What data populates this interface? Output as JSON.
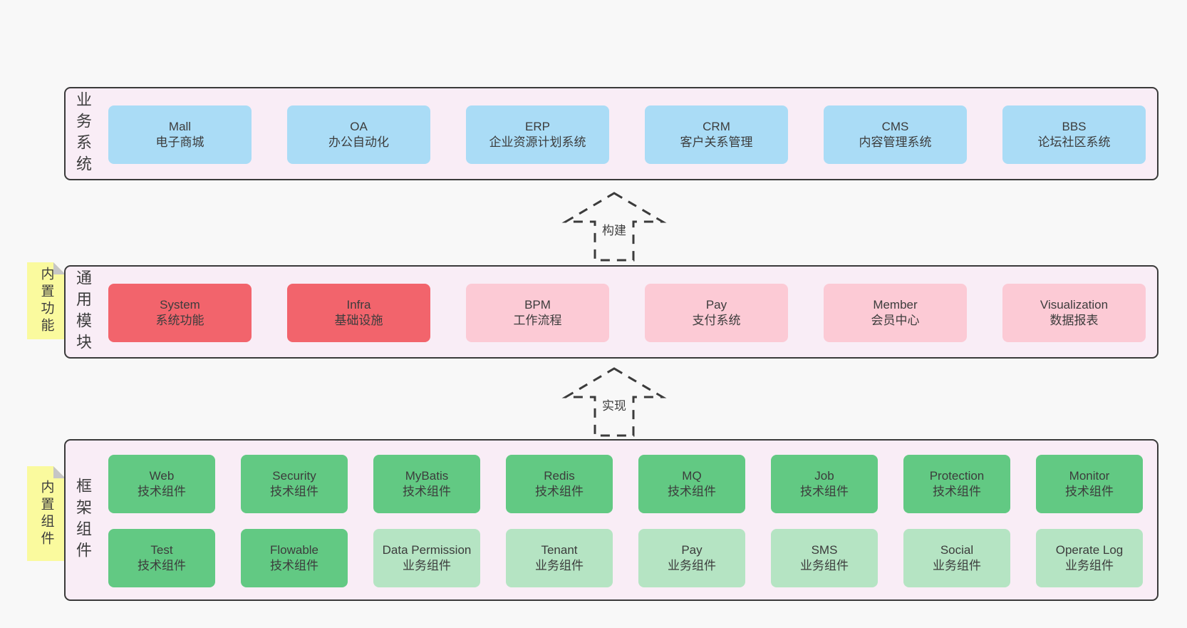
{
  "colors": {
    "page_bg": "#f8f8f8",
    "panel_bg": "#f9edf6",
    "panel_border": "#3a3a3a",
    "text": "#3c3c3c",
    "blue": "#aadcf6",
    "red": "#f2646c",
    "pink": "#fccad5",
    "green": "#62c983",
    "green_light": "#b5e4c3",
    "sticky_yellow": "#fafa9e",
    "sticky_fold": "#c6c6c6"
  },
  "arrows": [
    {
      "label": "构建"
    },
    {
      "label": "实现"
    }
  ],
  "layers": [
    {
      "label": "业务系统",
      "sticky": null,
      "rows": [
        [
          {
            "en": "Mall",
            "zh": "电子商城",
            "type": "blue"
          },
          {
            "en": "OA",
            "zh": "办公自动化",
            "type": "blue"
          },
          {
            "en": "ERP",
            "zh": "企业资源计划系统",
            "type": "blue"
          },
          {
            "en": "CRM",
            "zh": "客户关系管理",
            "type": "blue"
          },
          {
            "en": "CMS",
            "zh": "内容管理系统",
            "type": "blue"
          },
          {
            "en": "BBS",
            "zh": "论坛社区系统",
            "type": "blue"
          }
        ]
      ]
    },
    {
      "label": "通用模块",
      "sticky": "内置功能",
      "rows": [
        [
          {
            "en": "System",
            "zh": "系统功能",
            "type": "red"
          },
          {
            "en": "Infra",
            "zh": "基础设施",
            "type": "red"
          },
          {
            "en": "BPM",
            "zh": "工作流程",
            "type": "pink"
          },
          {
            "en": "Pay",
            "zh": "支付系统",
            "type": "pink"
          },
          {
            "en": "Member",
            "zh": "会员中心",
            "type": "pink"
          },
          {
            "en": "Visualization",
            "zh": "数据报表",
            "type": "pink"
          }
        ]
      ]
    },
    {
      "label": "框架组件",
      "sticky": "内置组件",
      "rows": [
        [
          {
            "en": "Web",
            "zh": "技术组件",
            "type": "green"
          },
          {
            "en": "Security",
            "zh": "技术组件",
            "type": "green"
          },
          {
            "en": "MyBatis",
            "zh": "技术组件",
            "type": "green"
          },
          {
            "en": "Redis",
            "zh": "技术组件",
            "type": "green"
          },
          {
            "en": "MQ",
            "zh": "技术组件",
            "type": "green"
          },
          {
            "en": "Job",
            "zh": "技术组件",
            "type": "green"
          },
          {
            "en": "Protection",
            "zh": "技术组件",
            "type": "green"
          },
          {
            "en": "Monitor",
            "zh": "技术组件",
            "type": "green"
          }
        ],
        [
          {
            "en": "Test",
            "zh": "技术组件",
            "type": "green"
          },
          {
            "en": "Flowable",
            "zh": "技术组件",
            "type": "green"
          },
          {
            "en": "Data Permission",
            "zh": "业务组件",
            "type": "green_light"
          },
          {
            "en": "Tenant",
            "zh": "业务组件",
            "type": "green_light"
          },
          {
            "en": "Pay",
            "zh": "业务组件",
            "type": "green_light"
          },
          {
            "en": "SMS",
            "zh": "业务组件",
            "type": "green_light"
          },
          {
            "en": "Social",
            "zh": "业务组件",
            "type": "green_light"
          },
          {
            "en": "Operate Log",
            "zh": "业务组件",
            "type": "green_light"
          }
        ]
      ]
    }
  ]
}
